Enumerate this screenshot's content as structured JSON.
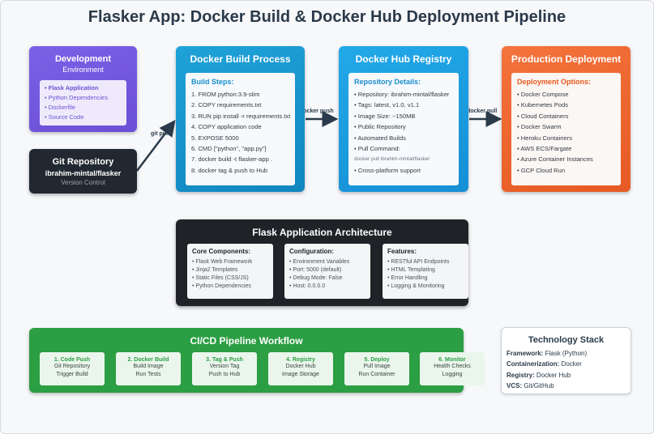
{
  "title": "Flasker App: Docker Build & Docker Hub Deployment Pipeline",
  "development": {
    "title": "Development",
    "subtitle": "Environment",
    "items": [
      "• Flask Application",
      "• Python Dependencies",
      "• Dockerfile",
      "• Source Code"
    ]
  },
  "git": {
    "title": "Git Repository",
    "repo": "ibrahim-mintal/flasker",
    "caption": "Version Control"
  },
  "arrows": {
    "git_pull": "git pull",
    "docker_push": "docker push",
    "docker_pull": "docker pull"
  },
  "build": {
    "title": "Docker Build Process",
    "subtitle": "Build Steps:",
    "steps": [
      "1. FROM python:3.9-slim",
      "2. COPY requirements.txt",
      "3. RUN pip install -r requirements.txt",
      "4. COPY application code",
      "5. EXPOSE 5000",
      "6. CMD [\"python\", \"app.py\"]",
      "7. docker build -t flasker-app .",
      "8. docker tag & push to Hub"
    ]
  },
  "hub": {
    "title": "Docker Hub Registry",
    "subtitle": "Repository Details:",
    "items": [
      "• Repository: ibrahim-mintal/flasker",
      "• Tags: latest, v1.0, v1.1",
      "• Image Size: ~150MB",
      "• Public Repository",
      "• Automated Builds",
      "• Pull Command:",
      "docker pull ibrahim-mintal/flasker",
      "• Cross-platform support"
    ]
  },
  "prod": {
    "title": "Production Deployment",
    "subtitle": "Deployment Options:",
    "items": [
      "• Docker Compose",
      "• Kubernetes Pods",
      "• Cloud Containers",
      "• Docker Swarm",
      "• Heroku Containers",
      "• AWS ECS/Fargate",
      "• Azure Container Instances",
      "• GCP Cloud Run"
    ]
  },
  "flask": {
    "title": "Flask Application Architecture",
    "columns": [
      {
        "heading": "Core Components:",
        "items": [
          "• Flask Web Framework",
          "• Jinja2 Templates",
          "• Static Files (CSS/JS)",
          "• Python Dependencies"
        ]
      },
      {
        "heading": "Configuration:",
        "items": [
          "• Environment Variables",
          "• Port: 5000 (default)",
          "• Debug Mode: False",
          "• Host: 0.0.0.0"
        ]
      },
      {
        "heading": "Features:",
        "items": [
          "• RESTful API Endpoints",
          "• HTML Templating",
          "• Error Handling",
          "• Logging & Monitoring"
        ]
      }
    ]
  },
  "cicd": {
    "title": "CI/CD Pipeline Workflow",
    "steps": [
      {
        "label": "1. Code Push",
        "line1": "Git Repository",
        "line2": "Trigger Build"
      },
      {
        "label": "2. Docker Build",
        "line1": "Build Image",
        "line2": "Run Tests"
      },
      {
        "label": "3. Tag & Push",
        "line1": "Version Tag",
        "line2": "Push to Hub"
      },
      {
        "label": "4. Registry",
        "line1": "Docker Hub",
        "line2": "Image Storage"
      },
      {
        "label": "5. Deploy",
        "line1": "Pull Image",
        "line2": "Run Container"
      },
      {
        "label": "6. Monitor",
        "line1": "Health Checks",
        "line2": "Logging"
      }
    ]
  },
  "tech": {
    "title": "Technology Stack",
    "rows": [
      {
        "key": "Framework:",
        "value": "Flask (Python)"
      },
      {
        "key": "Containerization:",
        "value": "Docker"
      },
      {
        "key": "Registry:",
        "value": "Docker Hub"
      },
      {
        "key": "VCS:",
        "value": "Git/GitHub"
      }
    ]
  },
  "colors": {
    "development": "#6a4fd6",
    "git": "#222831",
    "build": "#1186c0",
    "hub": "#168fd6",
    "prod": "#e65a24",
    "flask": "#1f2226",
    "cicd": "#2c9e43",
    "arrow": "#2b3a4a"
  }
}
